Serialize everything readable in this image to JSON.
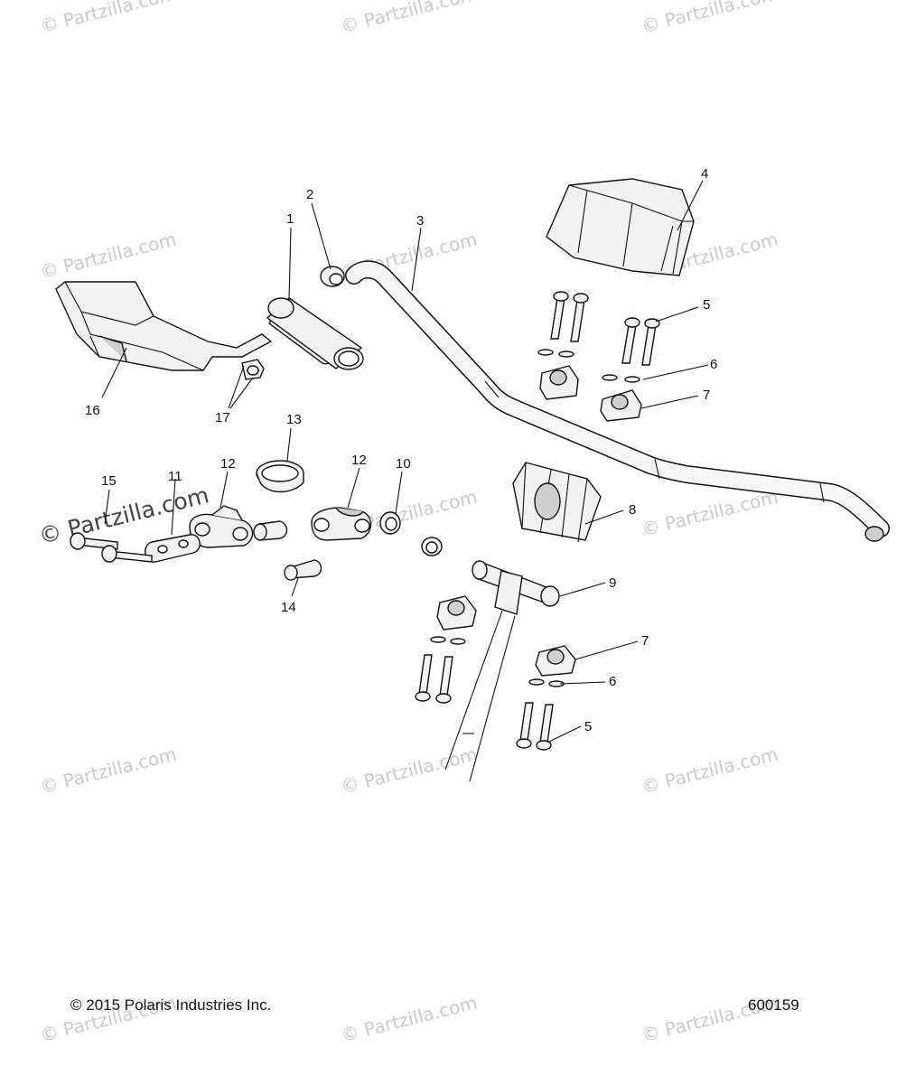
{
  "watermark": {
    "text": "© Partzilla.com",
    "prominent_text": "© Partzilla.com"
  },
  "callouts": {
    "c1": "1",
    "c2": "2",
    "c3": "3",
    "c4": "4",
    "c5a": "5",
    "c5b": "5",
    "c6a": "6",
    "c6b": "6",
    "c7a": "7",
    "c7b": "7",
    "c8": "8",
    "c9": "9",
    "c10": "10",
    "c11": "11",
    "c12a": "12",
    "c12b": "12",
    "c13": "13",
    "c14": "14",
    "c15": "15",
    "c16": "16",
    "c17": "17"
  },
  "footer": {
    "copyright": "© 2015 Polaris Industries Inc.",
    "diagram_id": "600159"
  }
}
